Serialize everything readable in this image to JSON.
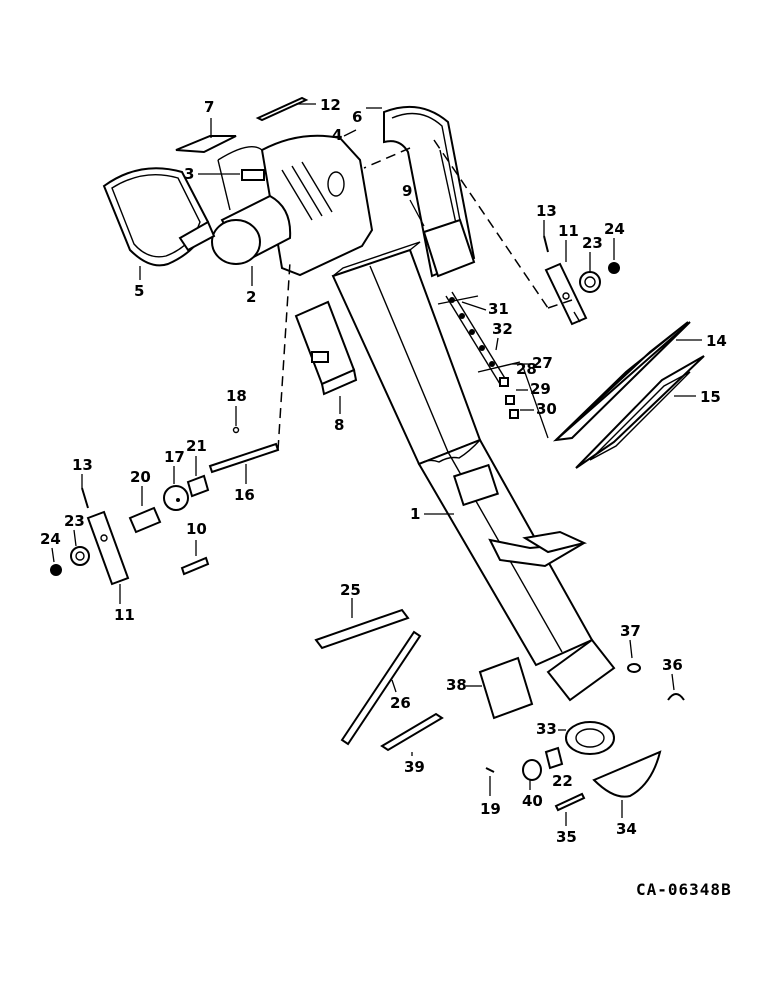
{
  "figure_code": "CA-06348B",
  "callouts": {
    "c1": "1",
    "c2": "2",
    "c3": "3",
    "c4": "4",
    "c5": "5",
    "c6": "6",
    "c7": "7",
    "c8": "8",
    "c9": "9",
    "c10": "10",
    "c11a": "11",
    "c11b": "11",
    "c12": "12",
    "c13a": "13",
    "c13b": "13",
    "c14": "14",
    "c15": "15",
    "c16": "16",
    "c17": "17",
    "c18": "18",
    "c19": "19",
    "c20": "20",
    "c21": "21",
    "c22": "22",
    "c23a": "23",
    "c23b": "23",
    "c24a": "24",
    "c24b": "24",
    "c25": "25",
    "c26": "26",
    "c27": "27",
    "c28": "28",
    "c29": "29",
    "c30": "30",
    "c31": "31",
    "c32": "32",
    "c33": "33",
    "c34": "34",
    "c35": "35",
    "c36": "36",
    "c37": "37",
    "c38": "38",
    "c39": "39",
    "c40": "40"
  }
}
